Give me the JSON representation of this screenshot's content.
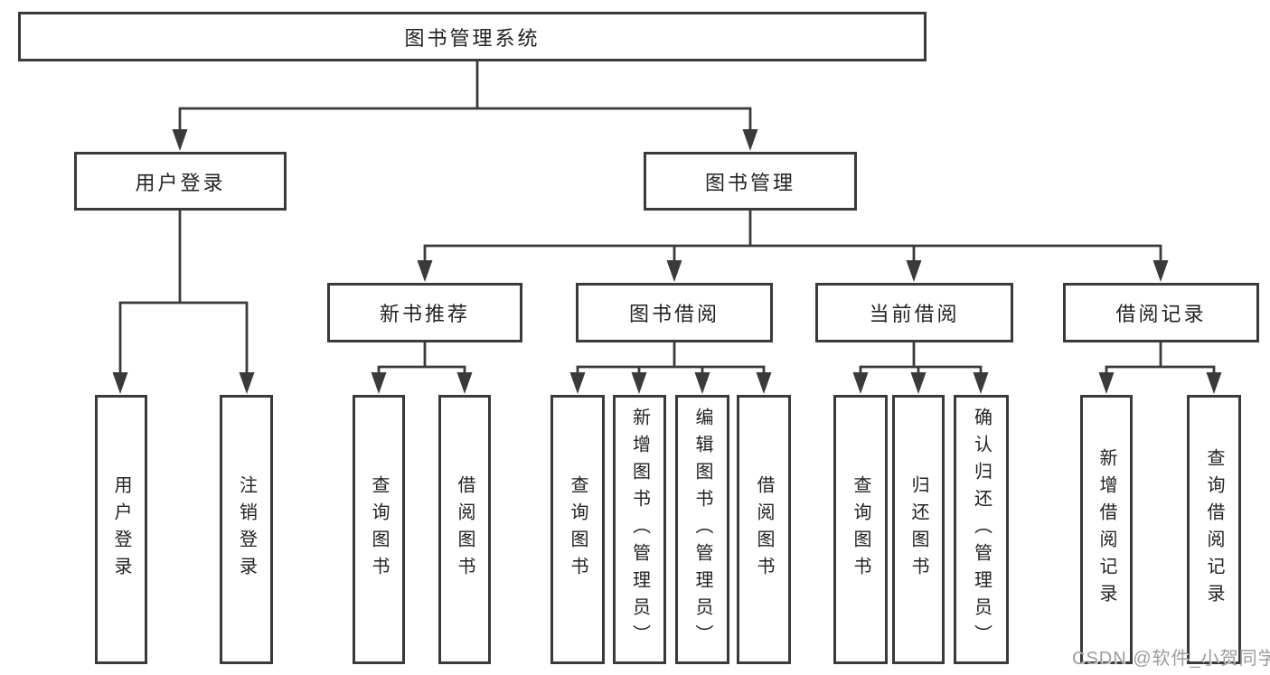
{
  "colors": {
    "background": "#ffffff",
    "line": "#3a3a3a",
    "box_border": "#3a3a3a",
    "text": "#222222",
    "watermark": "#9c9c9c"
  },
  "diagram": {
    "root": {
      "label": "图书管理系统"
    },
    "level2": [
      {
        "label": "用户登录",
        "children": [
          {
            "label": "用户登录"
          },
          {
            "label": "注销登录"
          }
        ]
      },
      {
        "label": "图书管理",
        "children": [
          {
            "label": "新书推荐",
            "children": [
              {
                "label": "查询图书"
              },
              {
                "label": "借阅图书"
              }
            ]
          },
          {
            "label": "图书借阅",
            "children": [
              {
                "label": "查询图书"
              },
              {
                "label": "新增图书（管理员）"
              },
              {
                "label": "编辑图书（管理员）"
              },
              {
                "label": "借阅图书"
              }
            ]
          },
          {
            "label": "当前借阅",
            "children": [
              {
                "label": "查询图书"
              },
              {
                "label": "归还图书"
              },
              {
                "label": "确认归还（管理员）"
              }
            ]
          },
          {
            "label": "借阅记录",
            "children": [
              {
                "label": "新增借阅记录"
              },
              {
                "label": "查询借阅记录"
              }
            ]
          }
        ]
      }
    ]
  },
  "watermark": {
    "text": "CSDN @软件_小贺同学"
  }
}
